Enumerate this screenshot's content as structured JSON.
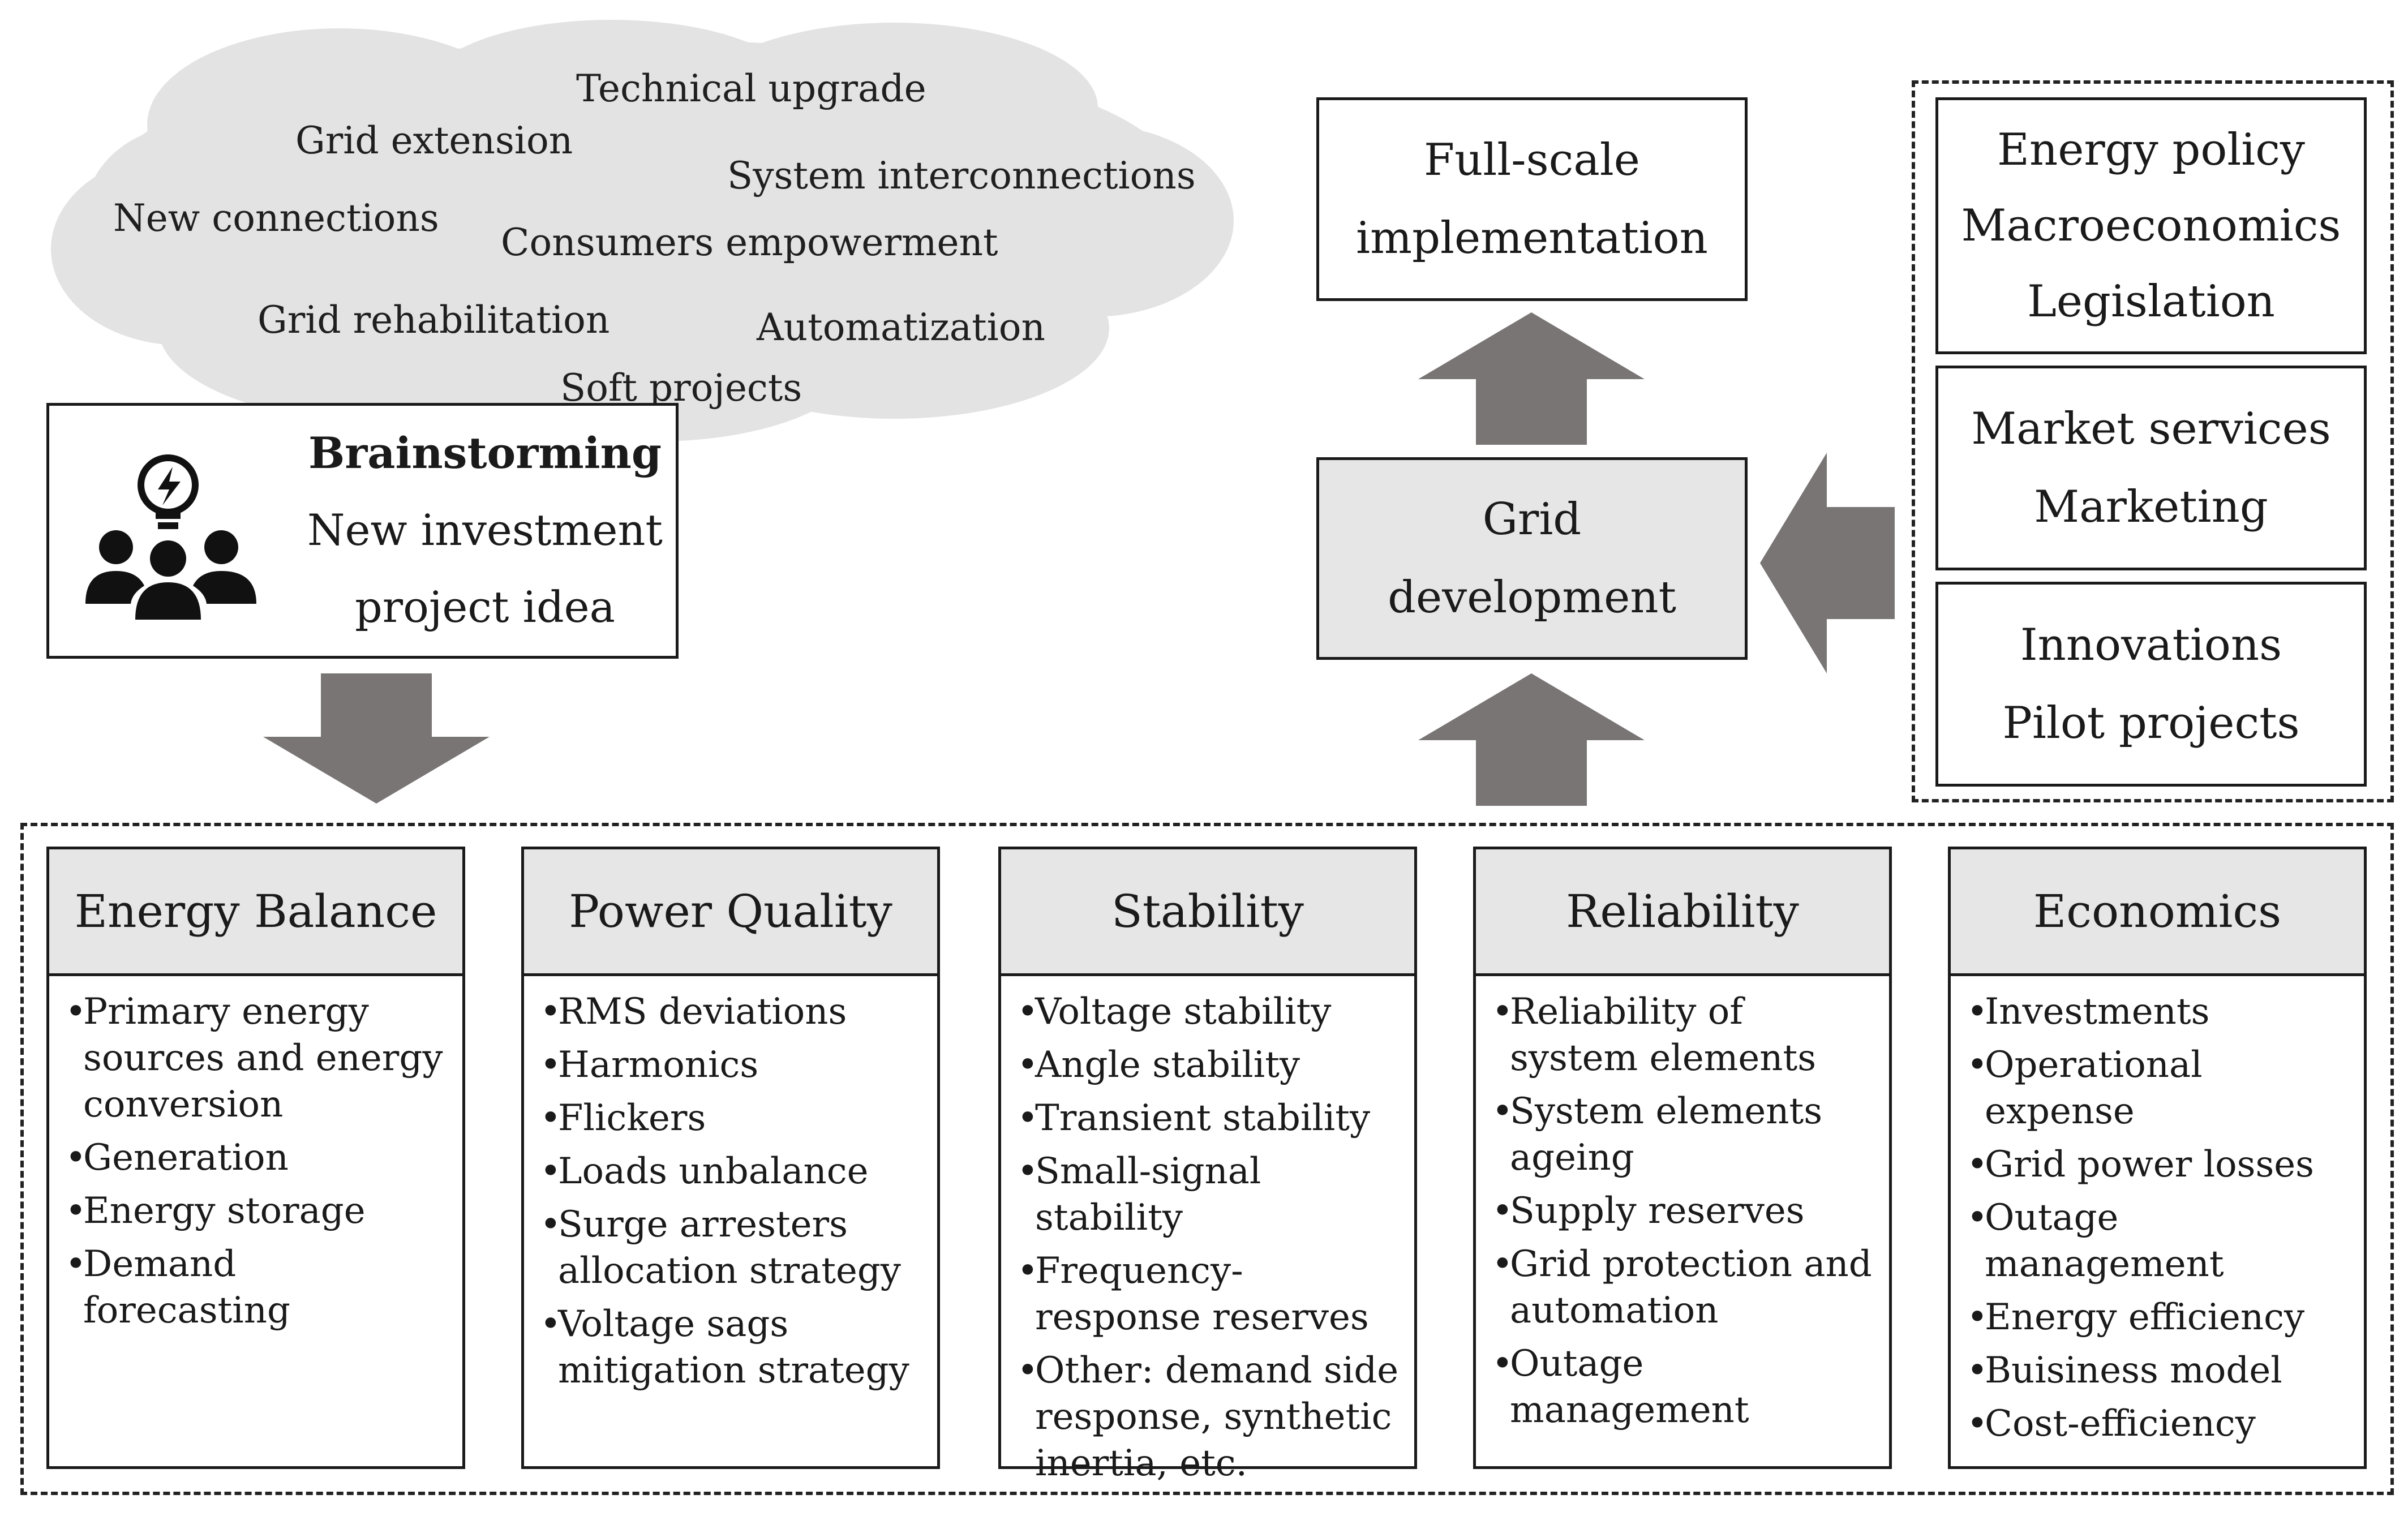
{
  "cloud": {
    "words": [
      "Technical upgrade",
      "Grid extension",
      "System interconnections",
      "New connections",
      "Consumers empowerment",
      "Grid rehabilitation",
      "Automatization",
      "Soft projects"
    ]
  },
  "brainstorm": {
    "title": "Brainstorming",
    "line1": "New investment",
    "line2": "project idea"
  },
  "full_scale": {
    "line1": "Full-scale",
    "line2": "implementation"
  },
  "grid_dev": {
    "line1": "Grid",
    "line2": "development"
  },
  "factors": [
    {
      "lines": [
        "Energy policy",
        "Macroeconomics",
        "Legislation"
      ]
    },
    {
      "lines": [
        "Market services",
        "Marketing"
      ]
    },
    {
      "lines": [
        "Innovations",
        "Pilot projects"
      ]
    }
  ],
  "categories": [
    {
      "title": "Energy Balance",
      "items": [
        "Primary energy sources and energy conversion",
        "Generation",
        "Energy storage",
        "Demand forecasting"
      ]
    },
    {
      "title": "Power Quality",
      "items": [
        "RMS deviations",
        "Harmonics",
        "Flickers",
        "Loads unbalance",
        "Surge arresters allocation strategy",
        "Voltage sags mitigation strategy"
      ]
    },
    {
      "title": "Stability",
      "items": [
        "Voltage stability",
        "Angle stability",
        "Transient stability",
        "Small-signal stability",
        "Frequency-response reserves",
        "Other: demand side response, synthetic inertia, etc."
      ]
    },
    {
      "title": "Reliability",
      "items": [
        "Reliability of system elements",
        "System elements ageing",
        "Supply reserves",
        "Grid protection and automation",
        "Outage management"
      ]
    },
    {
      "title": "Economics",
      "items": [
        "Investments",
        "Operational expense",
        "Grid power losses",
        "Outage management",
        "Energy efficiency",
        "Buisiness model",
        "Cost-efficiency"
      ]
    }
  ],
  "colors": {
    "arrow": "#7a7575",
    "cloud": "#e3e3e3",
    "header_fill": "#e6e6e6"
  },
  "icons": [
    "brainstorming-team-icon"
  ]
}
